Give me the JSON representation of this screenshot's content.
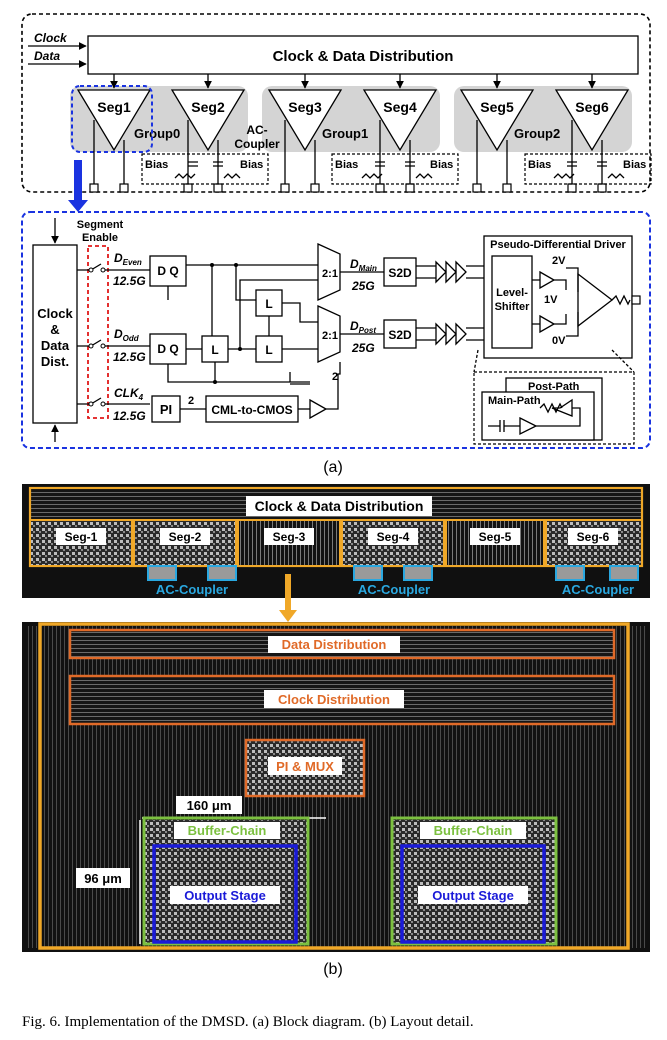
{
  "colors": {
    "blue_dash": "#1a33e0",
    "red_dash": "#e01a1a",
    "group_fill": "#d4d4d4",
    "layout_bg": "#101010",
    "orange": "#f0a828",
    "orange_red": "#e06a28",
    "cyan": "#2aa8e0",
    "green": "#7cc040",
    "dark_blue": "#1a1ad8"
  },
  "diagram_a": {
    "inputs": {
      "clock": "Clock",
      "data": "Data"
    },
    "distribution": "Clock & Data Distribution",
    "segments": [
      "Seg1",
      "Seg2",
      "Seg3",
      "Seg4",
      "Seg5",
      "Seg6"
    ],
    "groups": [
      "Group0",
      "Group1",
      "Group2"
    ],
    "ac_coupler": [
      "AC-",
      "Coupler"
    ],
    "bias": "Bias",
    "segment_enable": [
      "Segment",
      "Enable"
    ],
    "clock_data_dist": [
      "Clock",
      "&",
      "Data",
      "Dist."
    ],
    "d_even": {
      "label": "D",
      "sub": "Even",
      "rate": "12.5G"
    },
    "d_odd": {
      "label": "D",
      "sub": "Odd",
      "rate": "12.5G"
    },
    "clk4": {
      "label": "CLK",
      "sub": "4",
      "rate": "12.5G"
    },
    "dq": "D Q",
    "latch": "L",
    "mux": "2:1",
    "d_main": {
      "label": "D",
      "sub": "Main",
      "rate": "25G"
    },
    "d_post": {
      "label": "D",
      "sub": "Post",
      "rate": "25G"
    },
    "s2d": "S2D",
    "pi": "PI",
    "cml_cmos": "CML-to-CMOS",
    "bus_width": "2",
    "pseudo_diff": "Pseudo-Differential Driver",
    "level_shifter": [
      "Level-",
      "Shifter"
    ],
    "v2": "2V",
    "v1": "1V",
    "v0": "0V",
    "post_path": "Post-Path",
    "main_path": "Main-Path",
    "caption": "(a)"
  },
  "layout_b": {
    "top_title": "Clock & Data Distribution",
    "segments": [
      "Seg-1",
      "Seg-2",
      "Seg-3",
      "Seg-4",
      "Seg-5",
      "Seg-6"
    ],
    "ac_coupler": "AC-Coupler",
    "data_distribution": "Data Distribution",
    "clock_distribution": "Clock Distribution",
    "pi_mux": "PI & MUX",
    "dim_width": "160 μm",
    "dim_height": "96 μm",
    "buffer_chain": "Buffer-Chain",
    "output_stage": "Output Stage",
    "caption": "(b)"
  },
  "figure_caption": "Fig. 6.   Implementation of the DMSD. (a) Block diagram. (b) Layout detail."
}
